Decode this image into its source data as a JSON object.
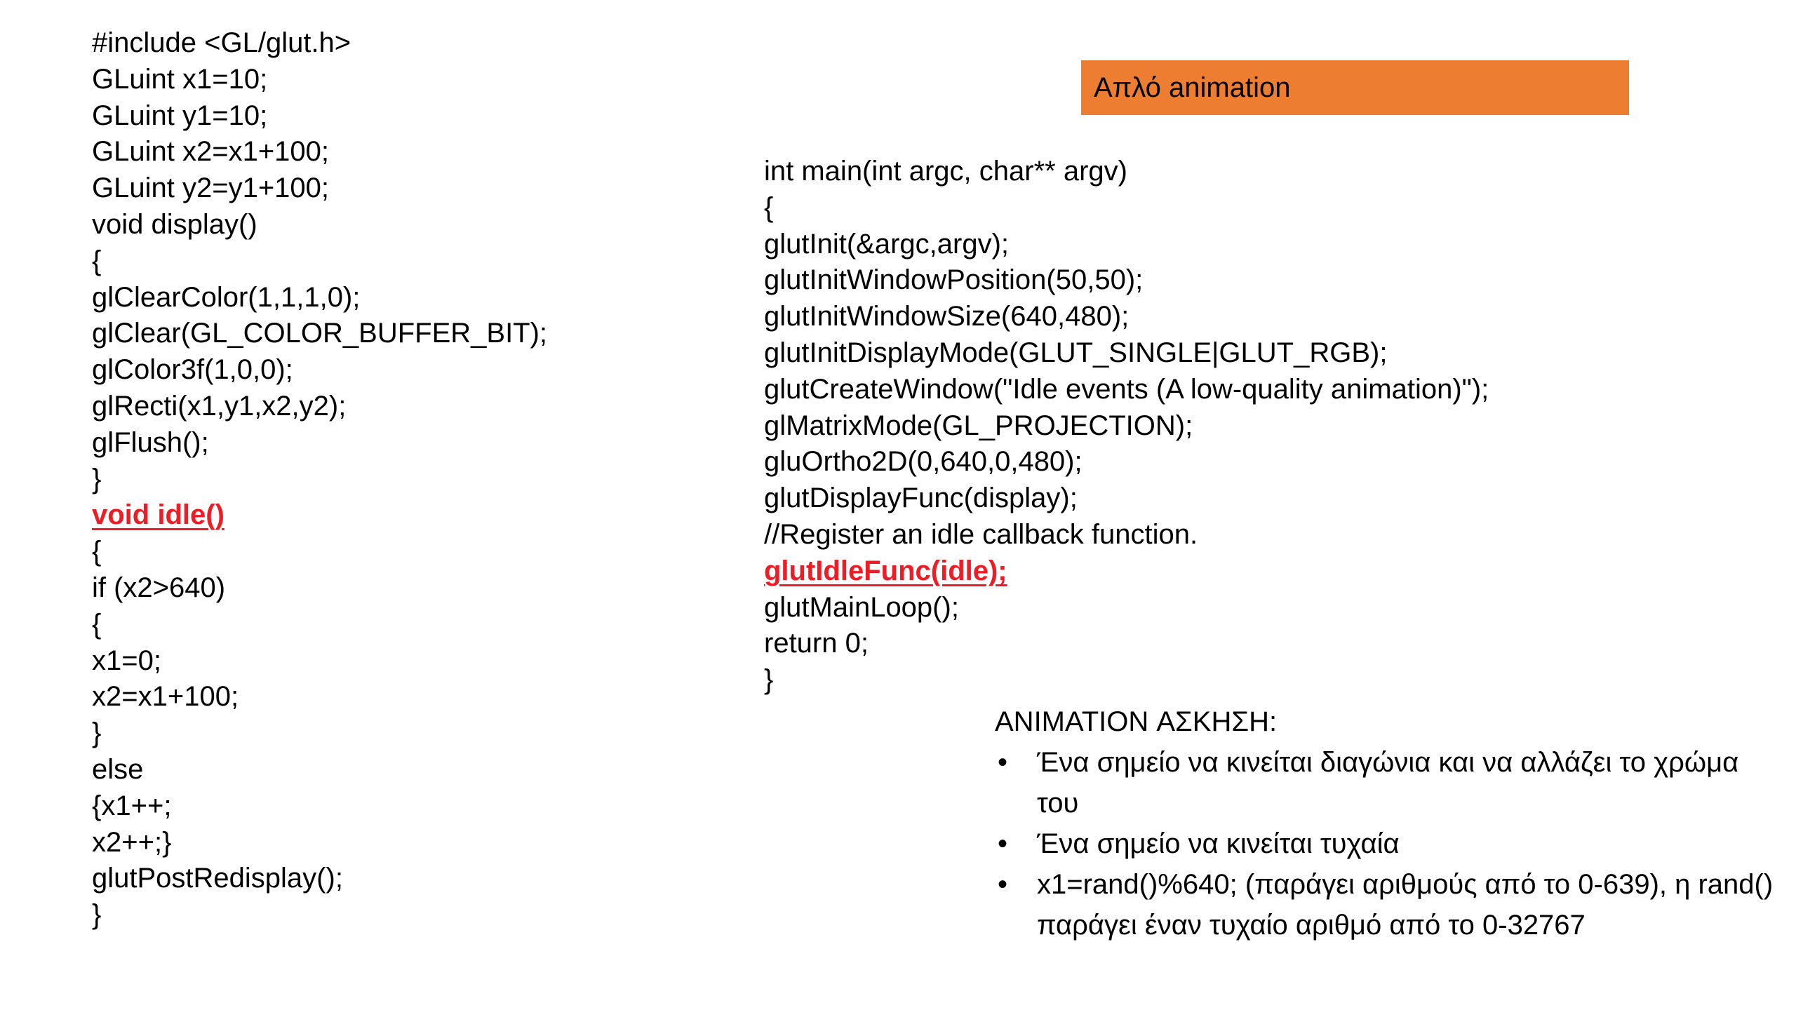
{
  "slide": {
    "title": "Απλό animation",
    "accent_color": "#ed7d31",
    "highlight_color": "#ee1c24"
  },
  "left_code": {
    "lines": [
      "#include <GL/glut.h>",
      "GLuint x1=10;",
      "GLuint y1=10;",
      "GLuint x2=x1+100;",
      "GLuint y2=y1+100;",
      "void display()",
      "{",
      "glClearColor(1,1,1,0);",
      "glClear(GL_COLOR_BUFFER_BIT);",
      "glColor3f(1,0,0);",
      "glRecti(x1,y1,x2,y2);",
      "glFlush();",
      "}",
      "void idle()",
      "{",
      "if (x2>640)",
      "{",
      "x1=0;",
      "x2=x1+100;",
      "}",
      "else",
      "{x1++;",
      "x2++;}",
      "glutPostRedisplay();",
      "}"
    ]
  },
  "right_code": {
    "lines": [
      "int main(int argc, char** argv)",
      "{",
      "glutInit(&argc,argv);",
      "glutInitWindowPosition(50,50);",
      "glutInitWindowSize(640,480);",
      "glutInitDisplayMode(GLUT_SINGLE|GLUT_RGB);",
      "glutCreateWindow(\"Idle events (A low-quality animation)\");",
      "glMatrixMode(GL_PROJECTION);",
      "gluOrtho2D(0,640,0,480);",
      "glutDisplayFunc(display);",
      "//Register an idle callback function.",
      "glutIdleFunc(idle);",
      "glutMainLoop();",
      "return 0;",
      "}"
    ]
  },
  "exercise": {
    "heading": "ANIMATION ΑΣΚΗΣΗ:",
    "bullet_symbol": "•",
    "items": [
      "Ένα σημείο να κινείται διαγώνια και να αλλάζει το χρώμα του",
      "Ένα σημείο να κινείται τυχαία",
      "x1=rand()%640; (παράγει αριθμούς από το 0-639), η rand() παράγει έναν τυχαίο αριθμό από το 0-32767"
    ]
  }
}
